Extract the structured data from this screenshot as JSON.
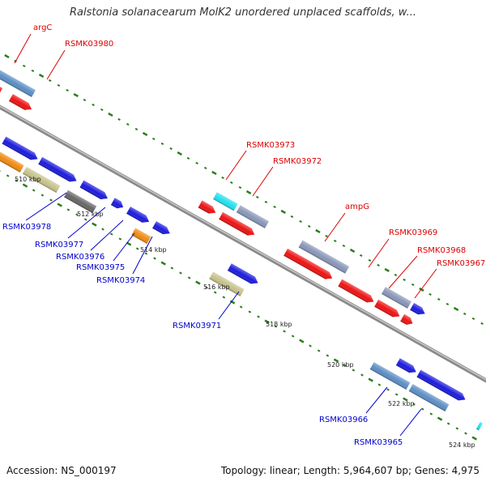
{
  "title": "Ralstonia solanacearum MolK2 unordered unplaced scaffolds, w...",
  "footer": {
    "accession": "Accession: NS_000197",
    "stats": "Topology: linear; Length: 5,964,607 bp; Genes: 4,975"
  },
  "colors": {
    "backbone": "#8a8a8a",
    "tick": "#2a7d1a",
    "label_forward": "#dd0000",
    "label_reverse": "#0000cc",
    "red": "#ee1111",
    "blue": "#1a1add",
    "orange": "#f08a10",
    "steelblue": "#5b8ec4",
    "khaki": "#c7c28a",
    "gray": "#666666",
    "cyan": "#22e0ee",
    "slate": "#8896b8"
  },
  "tick_labels": [
    "510 kbp",
    "512 kbp",
    "514 kbp",
    "516 kbp",
    "518 kbp",
    "520 kbp",
    "522 kbp",
    "524 kbp"
  ],
  "forward_labels": [
    "argC",
    "RSMK03980",
    "RSMK03973",
    "RSMK03972",
    "ampG",
    "RSMK03969",
    "RSMK03968",
    "RSMK03967"
  ],
  "reverse_labels": [
    "RSMK03978",
    "RSMK03977",
    "RSMK03976",
    "RSMK03975",
    "RSMK03974",
    "RSMK03971",
    "RSMK03966",
    "RSMK03965"
  ],
  "genes": [
    {
      "strand": "forward",
      "track": 2,
      "from": 0.0,
      "to": 0.07,
      "color": "steelblue"
    },
    {
      "strand": "forward",
      "track": 1,
      "from": 0.0,
      "to": 0.02,
      "color": "red"
    },
    {
      "strand": "forward",
      "track": 1,
      "from": 0.04,
      "to": 0.08,
      "color": "red",
      "arrow": true
    },
    {
      "strand": "forward",
      "track": 2,
      "from": 0.42,
      "to": 0.46,
      "color": "cyan"
    },
    {
      "strand": "forward",
      "track": 2,
      "from": 0.465,
      "to": 0.52,
      "color": "slate"
    },
    {
      "strand": "forward",
      "track": 1,
      "from": 0.405,
      "to": 0.435,
      "color": "red",
      "arrow": true
    },
    {
      "strand": "forward",
      "track": 1,
      "from": 0.445,
      "to": 0.51,
      "color": "red",
      "arrow": true
    },
    {
      "strand": "forward",
      "track": 2,
      "from": 0.585,
      "to": 0.675,
      "color": "slate"
    },
    {
      "strand": "forward",
      "track": 1,
      "from": 0.57,
      "to": 0.66,
      "color": "red",
      "arrow": true
    },
    {
      "strand": "forward",
      "track": 1,
      "from": 0.675,
      "to": 0.74,
      "color": "red",
      "arrow": true
    },
    {
      "strand": "forward",
      "track": 2,
      "from": 0.745,
      "to": 0.795,
      "color": "slate"
    },
    {
      "strand": "forward",
      "track": 2,
      "from": 0.8,
      "to": 0.825,
      "color": "blue",
      "arrow": true
    },
    {
      "strand": "forward",
      "track": 1,
      "from": 0.745,
      "to": 0.79,
      "color": "red",
      "arrow": true
    },
    {
      "strand": "forward",
      "track": 1,
      "from": 0.795,
      "to": 0.815,
      "color": "red",
      "arrow": true
    },
    {
      "strand": "forward",
      "track": 1,
      "from": 0.975,
      "to": 1.0,
      "color": "red"
    },
    {
      "strand": "forward",
      "track": 2,
      "from": 0.99,
      "to": 1.0,
      "color": "orange"
    },
    {
      "strand": "reverse",
      "track": 1,
      "from": 0.065,
      "to": 0.13,
      "color": "blue",
      "arrow": true
    },
    {
      "strand": "reverse",
      "track": 1,
      "from": 0.135,
      "to": 0.205,
      "color": "blue",
      "arrow": true
    },
    {
      "strand": "reverse",
      "track": 2,
      "from": 0.045,
      "to": 0.115,
      "color": "orange"
    },
    {
      "strand": "reverse",
      "track": 2,
      "from": 0.12,
      "to": 0.185,
      "color": "khaki"
    },
    {
      "strand": "reverse",
      "track": 1,
      "from": 0.215,
      "to": 0.265,
      "color": "blue",
      "arrow": true
    },
    {
      "strand": "reverse",
      "track": 1,
      "from": 0.275,
      "to": 0.295,
      "color": "blue",
      "arrow": true
    },
    {
      "strand": "reverse",
      "track": 1,
      "from": 0.305,
      "to": 0.345,
      "color": "blue",
      "arrow": true
    },
    {
      "strand": "reverse",
      "track": 1,
      "from": 0.355,
      "to": 0.385,
      "color": "blue",
      "arrow": true
    },
    {
      "strand": "reverse",
      "track": 2,
      "from": 0.2,
      "to": 0.255,
      "color": "gray"
    },
    {
      "strand": "reverse",
      "track": 2,
      "from": 0.33,
      "to": 0.36,
      "color": "orange"
    },
    {
      "strand": "reverse",
      "track": 1,
      "from": 0.5,
      "to": 0.555,
      "color": "blue",
      "arrow": true
    },
    {
      "strand": "reverse",
      "track": 2,
      "from": 0.48,
      "to": 0.54,
      "color": "khaki"
    },
    {
      "strand": "reverse",
      "track": 1,
      "from": 0.825,
      "to": 0.86,
      "color": "blue",
      "arrow": true
    },
    {
      "strand": "reverse",
      "track": 1,
      "from": 0.865,
      "to": 0.955,
      "color": "blue",
      "arrow": true
    },
    {
      "strand": "reverse",
      "track": 2,
      "from": 0.79,
      "to": 0.86,
      "color": "steelblue"
    },
    {
      "strand": "reverse",
      "track": 2,
      "from": 0.865,
      "to": 0.935,
      "color": "steelblue"
    },
    {
      "strand": "reverse",
      "track": 2,
      "from": 0.995,
      "to": 1.0,
      "color": "cyan"
    }
  ]
}
